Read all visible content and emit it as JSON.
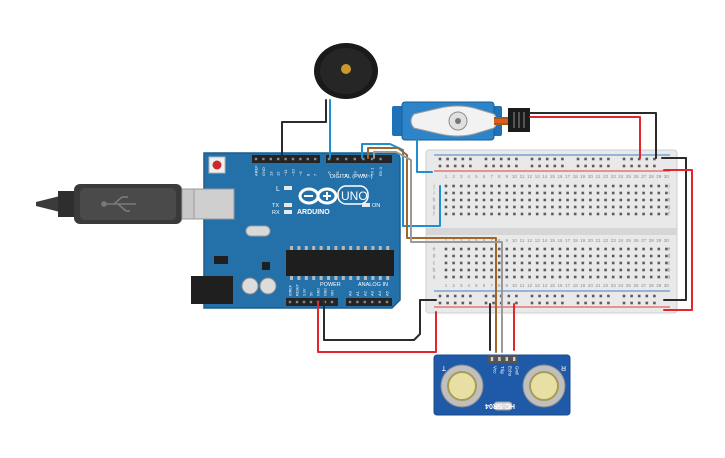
{
  "arduino": {
    "brand": "ARDUINO",
    "model": "UNO",
    "header_digital": "DIGITAL (PWM~)",
    "header_power": "POWER",
    "header_analog": "ANALOG IN",
    "led_tx": "TX",
    "led_rx": "RX",
    "led_l": "L",
    "led_on": "ON",
    "digital_pins": [
      "AREF",
      "GND",
      "13",
      "12",
      "~11",
      "~10",
      "~9",
      "8",
      "7",
      "~6",
      "~5",
      "4",
      "~3",
      "2",
      "TX 1",
      "RX 0"
    ],
    "power_pins": [
      "IOREF",
      "RESET",
      "3.3V",
      "5V",
      "GND",
      "GND",
      "VIN"
    ],
    "analog_pins": [
      "A0",
      "A1",
      "A2",
      "A3",
      "A4",
      "A5"
    ]
  },
  "sensor": {
    "model": "HC-SR04",
    "pins": [
      "Vcc",
      "Trig",
      "Echo",
      "Gnd"
    ],
    "side_t": "T",
    "side_r": "R"
  },
  "breadboard": {
    "columns": [
      "1",
      "2",
      "3",
      "4",
      "5",
      "6",
      "7",
      "8",
      "9",
      "10",
      "11",
      "12",
      "13",
      "14",
      "15",
      "16",
      "17",
      "18",
      "19",
      "20",
      "21",
      "22",
      "23",
      "24",
      "25",
      "26",
      "27",
      "28",
      "29",
      "30"
    ],
    "rows_top": [
      "j",
      "i",
      "h",
      "g",
      "f"
    ],
    "rows_bottom": [
      "e",
      "d",
      "c",
      "b",
      "a"
    ]
  },
  "colors": {
    "board": "#2470a8",
    "wire_red": "#e4262b",
    "wire_black": "#2b2b2b",
    "wire_blue": "#1f8fcf",
    "wire_brown": "#a0662a",
    "wire_gray": "#9a9a9a"
  }
}
